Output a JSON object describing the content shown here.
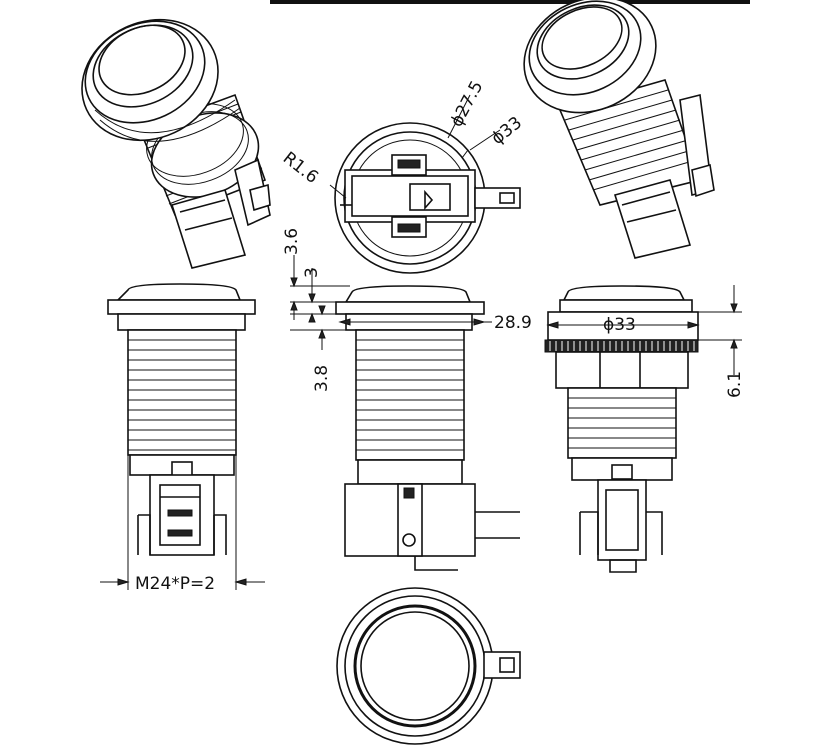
{
  "dimensions": {
    "r_1_6": "R1.6",
    "d_27_5": "ϕ27.5",
    "d_33_top": "ϕ33",
    "h_3_6": "3.6",
    "h_3": "3",
    "h_3_8": "3.8",
    "w_28_9": "28.9",
    "d_33_side": "ϕ33",
    "h_6_1": "6.1",
    "thread": "M24*P=2"
  }
}
